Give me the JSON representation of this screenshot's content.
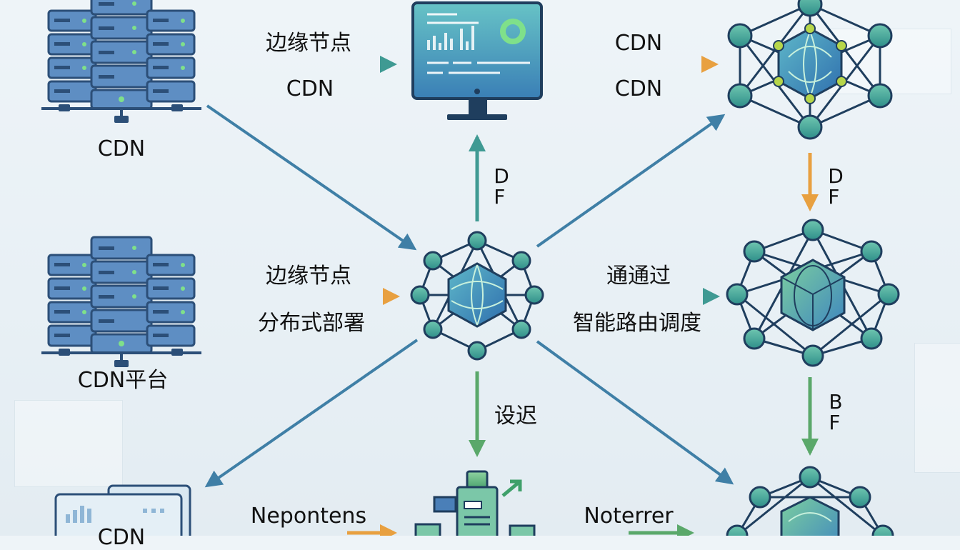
{
  "diagram": {
    "labels": {
      "server_top": "CDN",
      "server_mid": "CDN平台",
      "server_bottom": "CDN",
      "arrow_top_1": "边缘节点",
      "arrow_top_2": "CDN",
      "arrow_top_right_1": "CDN",
      "arrow_top_right_2": "CDN",
      "arrow_mid_1": "边缘节点",
      "arrow_mid_2": "分布式部署",
      "arrow_mid_right_1": "通通过",
      "arrow_mid_right_2": "智能路由调度",
      "arrow_up_center": "D\nF",
      "arrow_down_right_top": "D\nF",
      "arrow_down_right_bottom": "B\nF",
      "arrow_down_center": "设迟",
      "arrow_bottom_left": "Nepontens",
      "arrow_bottom_right": "Noterrer"
    },
    "colors": {
      "teal_arrow": "#3f9a93",
      "orange_arrow": "#e8a040",
      "blue_arrow": "#3f7fa6",
      "green_arrow": "#5aa86a",
      "server_blue": "#4d7fb5",
      "node_teal": "#3e9b8f",
      "node_green": "#6fbe8a",
      "cube_blue": "#3f86bf"
    }
  }
}
